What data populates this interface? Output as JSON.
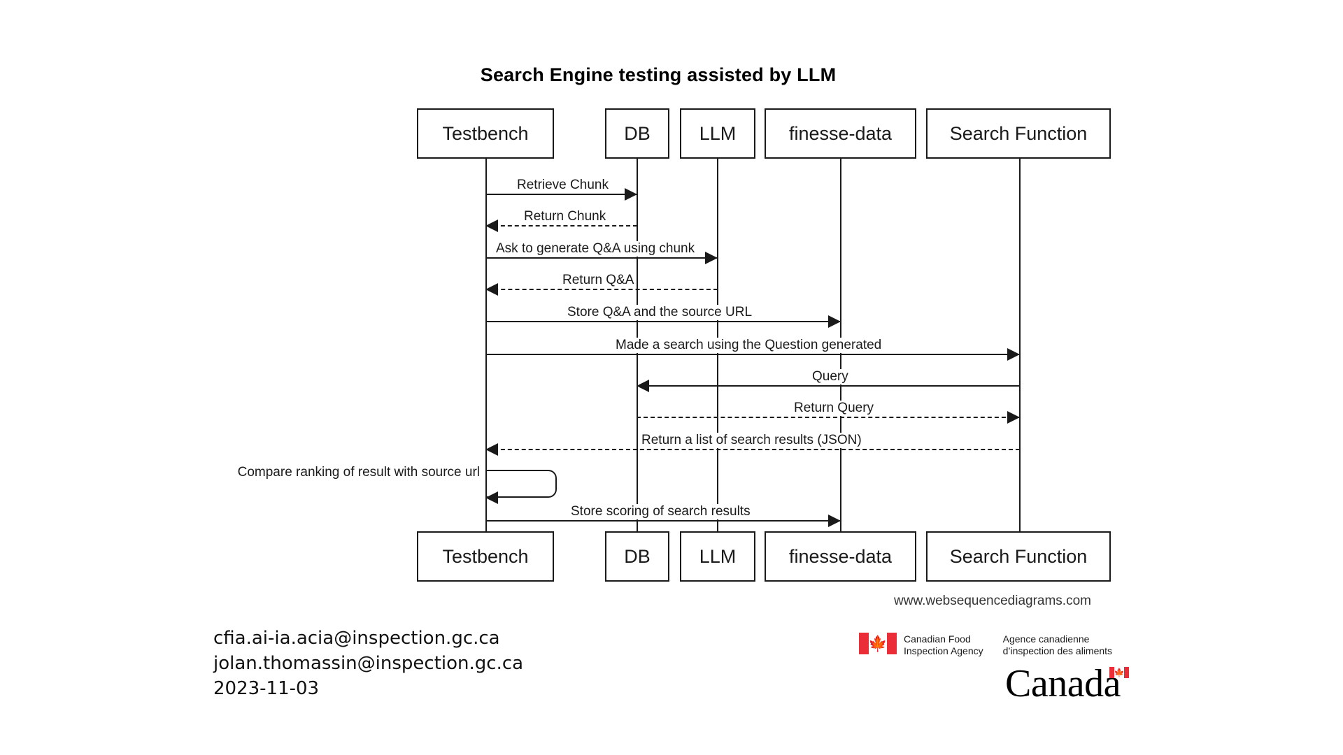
{
  "diagram": {
    "title": "Search Engine testing assisted by LLM",
    "watermark": "www.websequencediagrams.com",
    "participants": [
      {
        "id": "testbench",
        "label": "Testbench"
      },
      {
        "id": "db",
        "label": "DB"
      },
      {
        "id": "llm",
        "label": "LLM"
      },
      {
        "id": "finesse",
        "label": "finesse-data"
      },
      {
        "id": "search",
        "label": "Search Function"
      }
    ],
    "messages": [
      {
        "label": "Retrieve Chunk",
        "from": "testbench",
        "to": "db",
        "style": "solid",
        "direction": "right"
      },
      {
        "label": "Return Chunk",
        "from": "db",
        "to": "testbench",
        "style": "dashed",
        "direction": "left"
      },
      {
        "label": "Ask to generate Q&A using chunk",
        "from": "testbench",
        "to": "llm",
        "style": "solid",
        "direction": "right"
      },
      {
        "label": "Return Q&A",
        "from": "llm",
        "to": "testbench",
        "style": "dashed",
        "direction": "left"
      },
      {
        "label": "Store Q&A and the source URL",
        "from": "testbench",
        "to": "finesse",
        "style": "solid",
        "direction": "right"
      },
      {
        "label": "Made a search using the Question generated",
        "from": "testbench",
        "to": "search",
        "style": "solid",
        "direction": "right"
      },
      {
        "label": "Query",
        "from": "search",
        "to": "db",
        "style": "solid",
        "direction": "left"
      },
      {
        "label": "Return Query",
        "from": "db",
        "to": "search",
        "style": "dashed",
        "direction": "right"
      },
      {
        "label": "Return a list of search results (JSON)",
        "from": "search",
        "to": "testbench",
        "style": "dashed",
        "direction": "left"
      },
      {
        "label": "Compare ranking of result with source url",
        "from": "testbench",
        "to": "testbench",
        "style": "self",
        "direction": "left"
      },
      {
        "label": "Store scoring of search results",
        "from": "testbench",
        "to": "finesse",
        "style": "solid",
        "direction": "right"
      }
    ]
  },
  "footer": {
    "contacts": [
      "cfia.ai-ia.acia@inspection.gc.ca",
      "jolan.thomassin@inspection.gc.ca",
      "2023-11-03"
    ]
  },
  "branding": {
    "cfia_en_line1": "Canadian Food",
    "cfia_en_line2": "Inspection Agency",
    "cfia_fr_line1": "Agence canadienne",
    "cfia_fr_line2": "d’inspection des aliments",
    "canada_wordmark": "Canada",
    "flag_leaf": "🍁",
    "flag_red": "#ea2d37"
  }
}
